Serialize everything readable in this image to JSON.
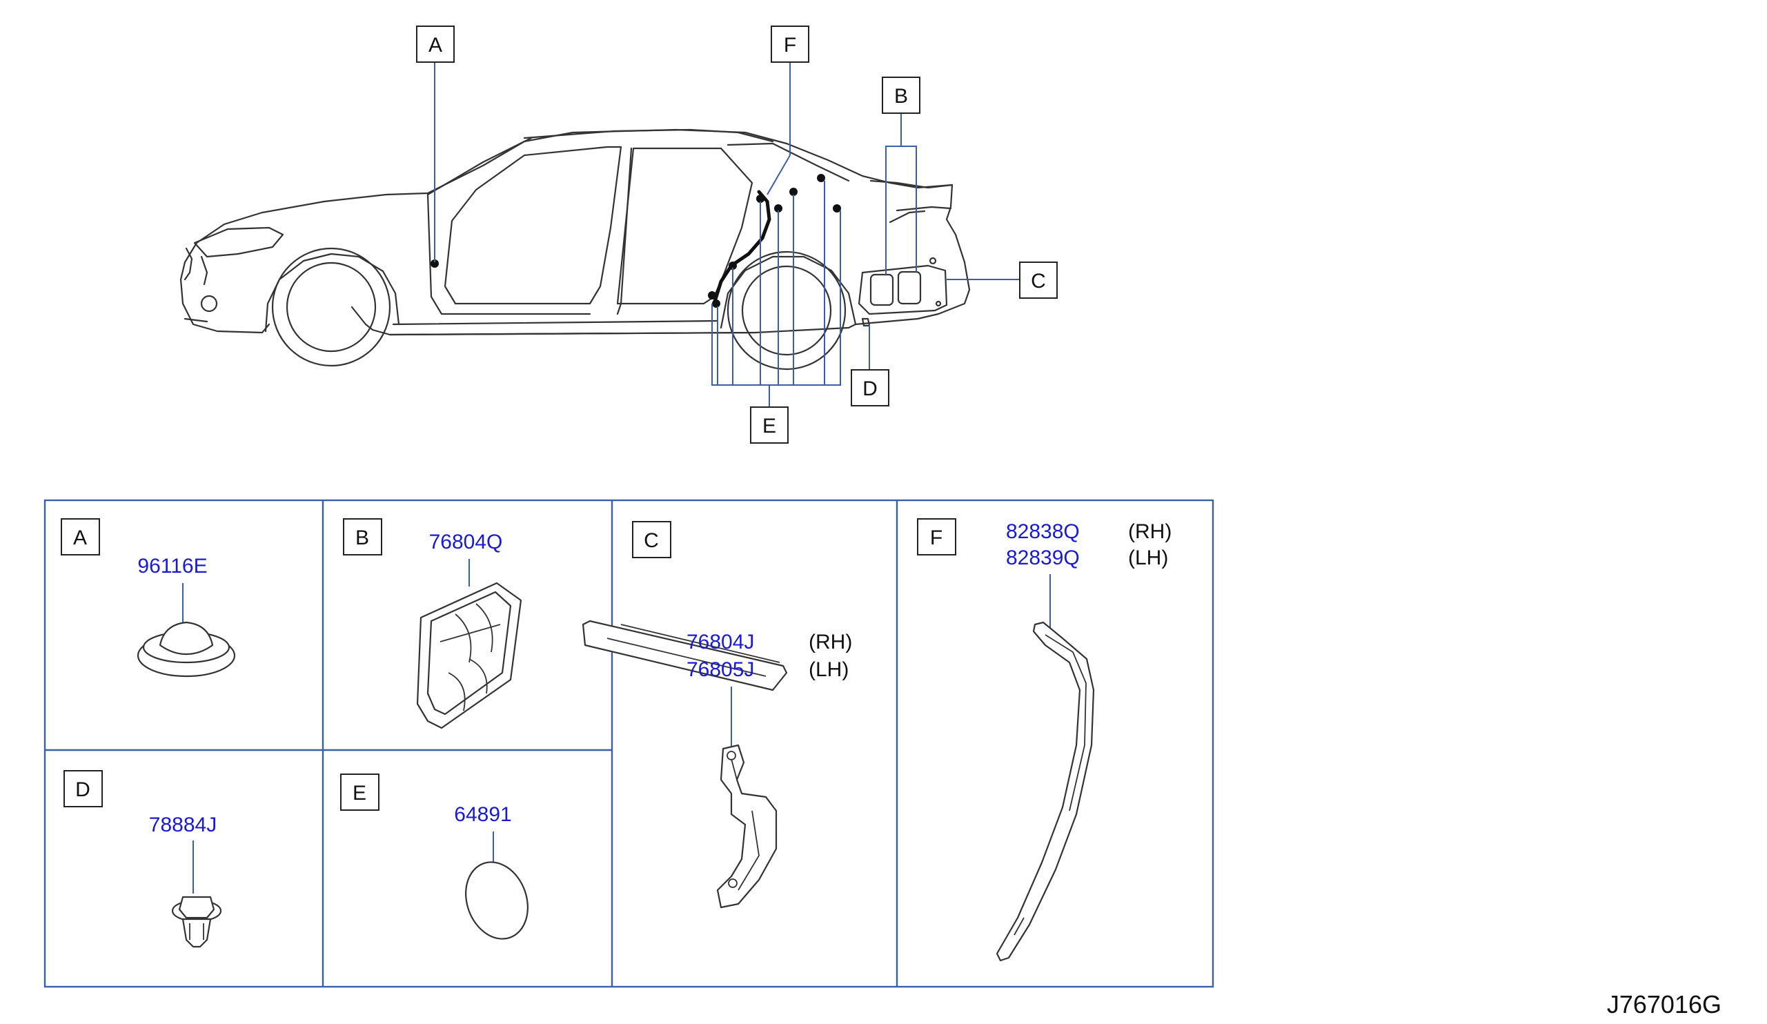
{
  "diagram_code": "J767016G",
  "callouts": [
    "A",
    "B",
    "C",
    "D",
    "E",
    "F"
  ],
  "panels": {
    "A": {
      "letter": "A",
      "parts": [
        {
          "pn": "96116E",
          "side": ""
        }
      ]
    },
    "B": {
      "letter": "B",
      "parts": [
        {
          "pn": "76804Q",
          "side": ""
        }
      ]
    },
    "C": {
      "letter": "C",
      "parts": [
        {
          "pn": "76804J",
          "side": "(RH)"
        },
        {
          "pn": "76805J",
          "side": "(LH)"
        }
      ]
    },
    "D": {
      "letter": "D",
      "parts": [
        {
          "pn": "78884J",
          "side": ""
        }
      ]
    },
    "E": {
      "letter": "E",
      "parts": [
        {
          "pn": "64891",
          "side": ""
        }
      ]
    },
    "F": {
      "letter": "F",
      "parts": [
        {
          "pn": "82838Q",
          "side": "(RH)"
        },
        {
          "pn": "82839Q",
          "side": "(LH)"
        }
      ]
    }
  },
  "colors": {
    "part_number": "#1a1ad6",
    "leader": "#3a5fa8",
    "line_art": "#333333"
  }
}
